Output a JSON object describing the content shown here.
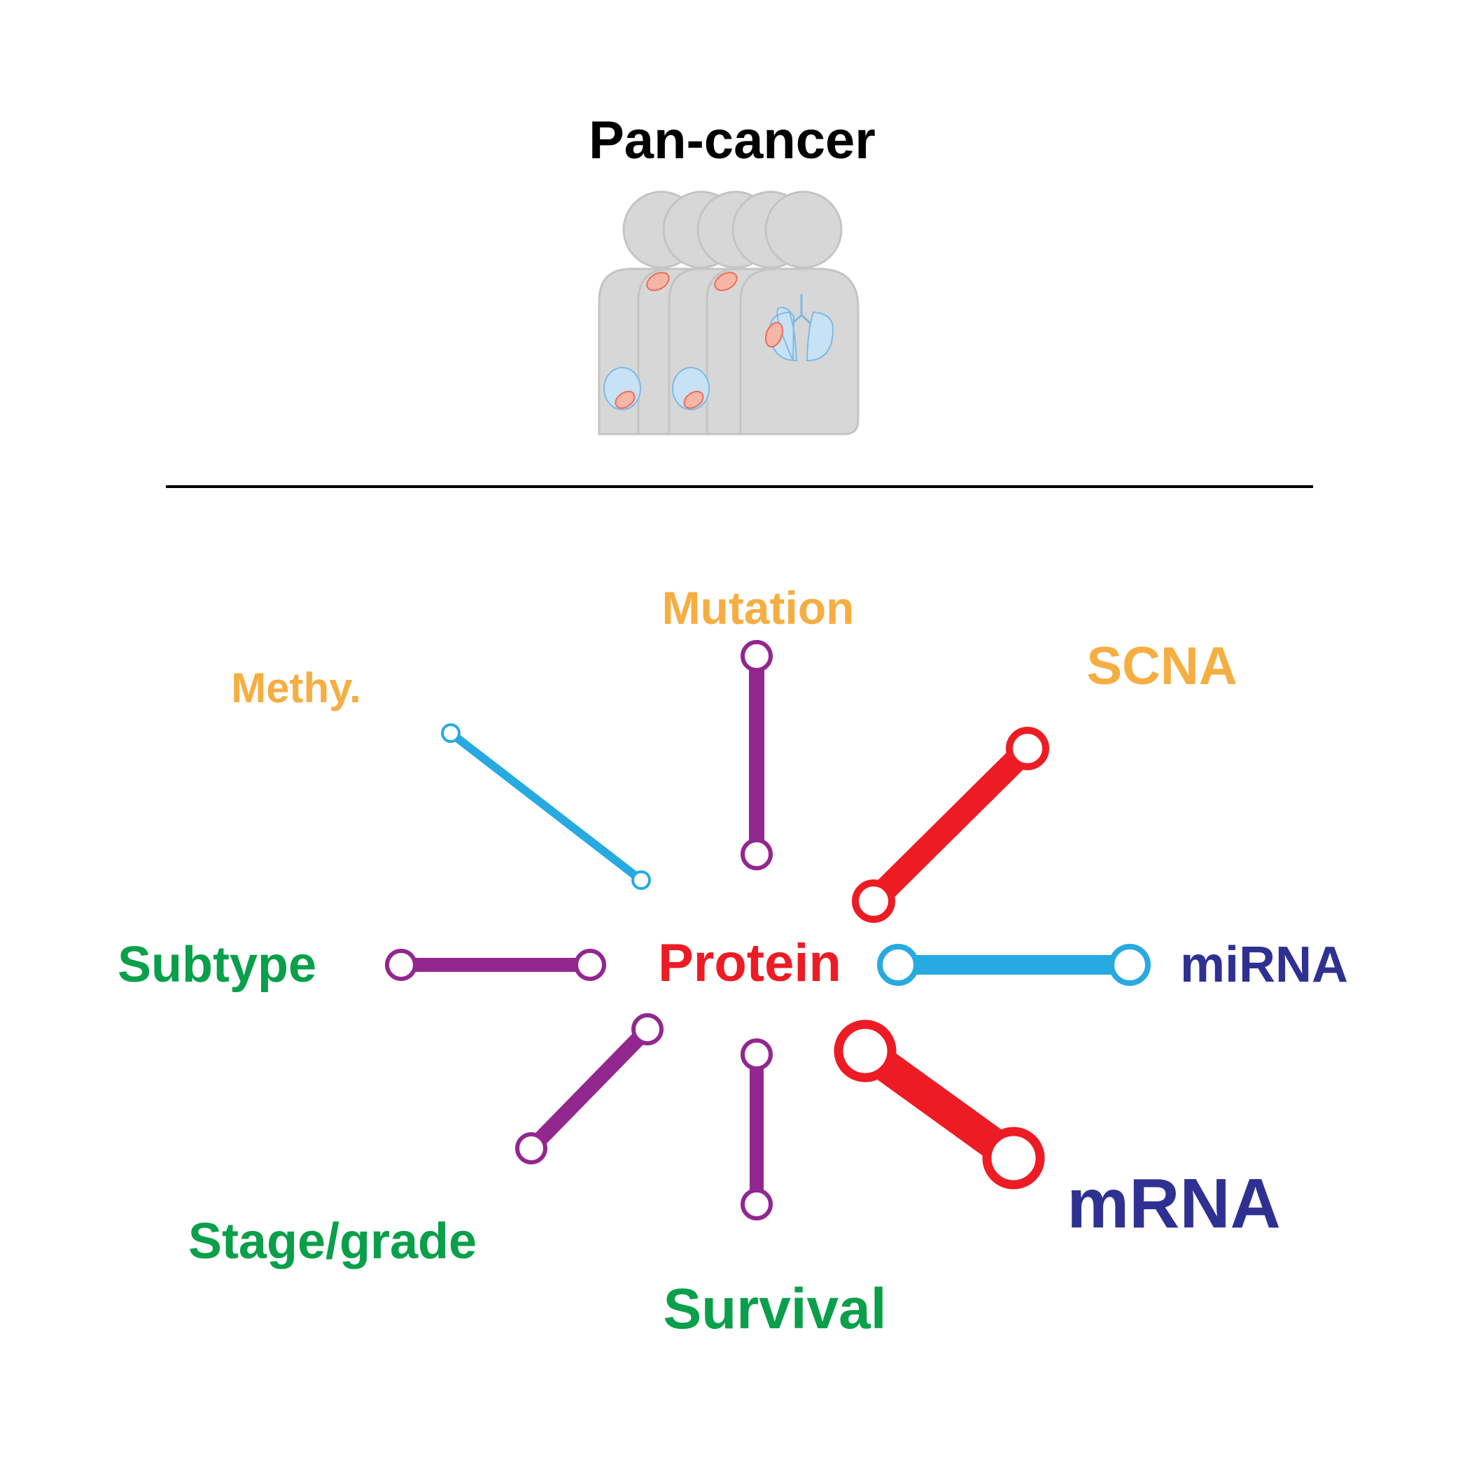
{
  "title": "Pan-cancer",
  "colors": {
    "orange": "#F6AE42",
    "green": "#0A9F4A",
    "navy": "#2E3192",
    "red": "#ED1C24",
    "purple": "#92278F",
    "blue": "#27AAE1",
    "person_fill": "#D7D7D7",
    "tumor": "#EE6A5A",
    "organ": "#C7E2F5"
  },
  "illustration": {
    "name": "patients-icon",
    "description_icons": [
      "person-silhouette-icon",
      "tumor-icon",
      "lung-icon",
      "liver-icon"
    ]
  },
  "center": {
    "label": "Protein",
    "color": "#ED1C24"
  },
  "labels": {
    "mutation": "Mutation",
    "scna": "SCNA",
    "methy": "Methy.",
    "subtype": "Subtype",
    "mirna": "miRNA",
    "mrna": "mRNA",
    "stage_grade": "Stage/grade",
    "survival": "Survival"
  },
  "links": [
    {
      "id": "mutation",
      "color": "purple"
    },
    {
      "id": "scna",
      "color": "red"
    },
    {
      "id": "methy",
      "color": "blue"
    },
    {
      "id": "subtype",
      "color": "purple"
    },
    {
      "id": "mirna",
      "color": "blue"
    },
    {
      "id": "mrna",
      "color": "red"
    },
    {
      "id": "stage_grade",
      "color": "purple"
    },
    {
      "id": "survival",
      "color": "purple"
    }
  ]
}
